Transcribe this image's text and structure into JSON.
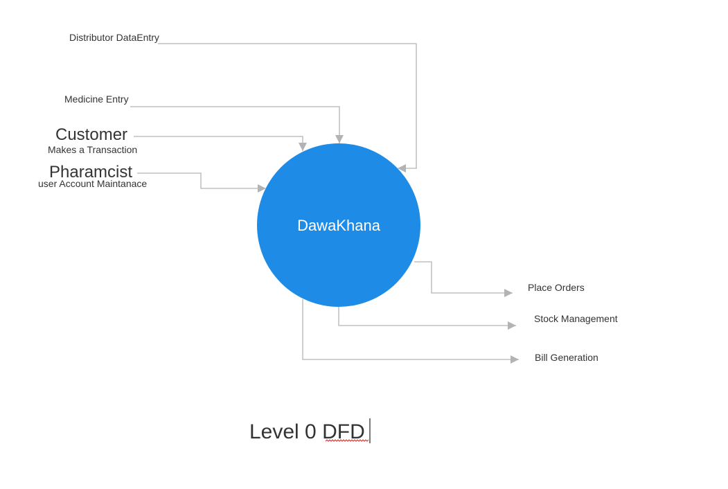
{
  "process": {
    "name": "DawaKhana",
    "fill_color": "#1e8ce6",
    "text_color": "#ffffff"
  },
  "inputs": {
    "distributor": {
      "label": "Distributor DataEntry"
    },
    "medicine": {
      "label": "Medicine Entry"
    },
    "customer": {
      "title": "Customer",
      "subtitle": "Makes a Transaction"
    },
    "pharmacist": {
      "title": "Pharamcist",
      "subtitle": "user Account Maintanace"
    }
  },
  "outputs": {
    "orders": {
      "label": "Place Orders"
    },
    "stock": {
      "label": "Stock Management"
    },
    "bill": {
      "label": "Bill Generation"
    }
  },
  "caption": {
    "prefix": "Level 0 ",
    "emphasis": "DFD"
  },
  "colors": {
    "connector": "#b3b3b3",
    "text": "#333333",
    "spellcheck_underline": "#e02020"
  }
}
